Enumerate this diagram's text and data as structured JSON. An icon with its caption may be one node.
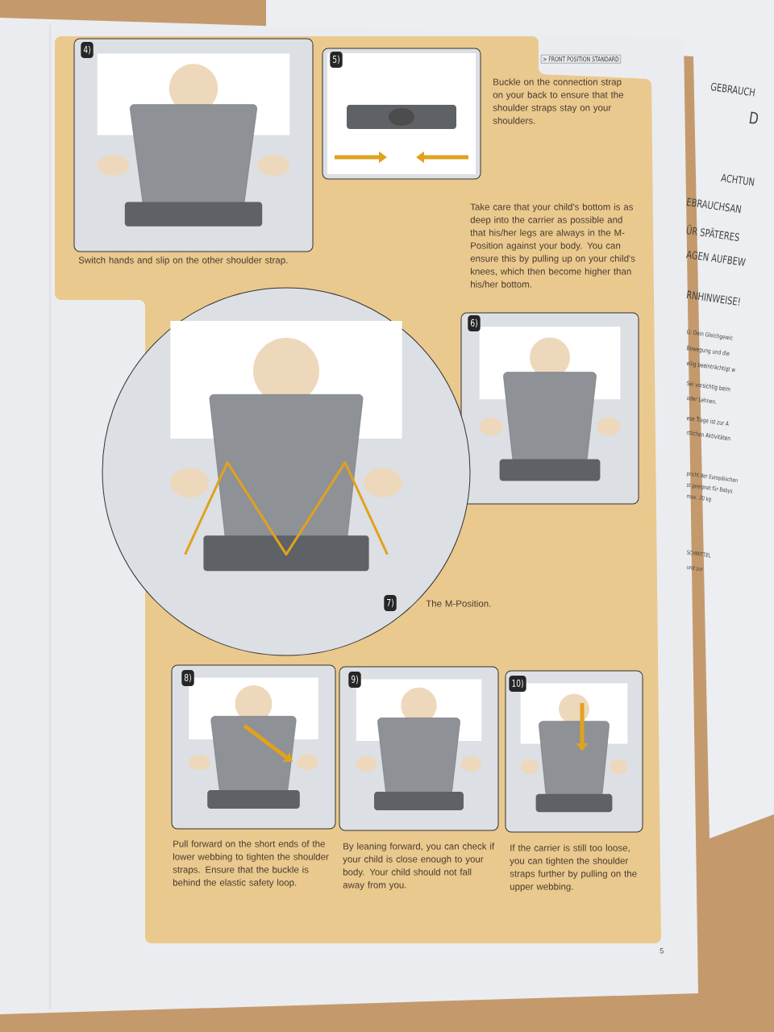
{
  "diagram": {
    "nodes": [
      {
        "text": [
          "4)"
        ],
        "beside": [
          "Switch hands and slip on the other shoulder strap."
        ]
      },
      {
        "text": [
          "5)"
        ],
        "beside": [
          "Buckle on the connection strap on your back to ensure that the shoulder straps stay on your shoulders."
        ]
      },
      {
        "text": [
          "6)"
        ]
      },
      {
        "text": [
          "7)"
        ],
        "beside": [
          "The M-Position."
        ]
      },
      {
        "text": [
          "8)"
        ],
        "beside": [
          "Pull forward on the short ends of the lower webbing to tighten the shoulder straps. Ensure that the buckle is behind the elastic safety loop."
        ]
      },
      {
        "text": [
          "9)"
        ],
        "beside": [
          "By leaning forward, you can check if your child is close enough to your body. Your child should not fall away from you."
        ]
      },
      {
        "text": [
          "10)"
        ],
        "beside": [
          "If the carrier is still too loose, you can tighten the shoulder straps further by pulling on the upper webbing."
        ]
      }
    ],
    "labels": [
      "> FRONT POSITION STANDARD",
      "Take care that your child's bottom is as deep into the carrier as possible and that his/her legs are always in the M-Position against your body. You can ensure this by pulling up on your child's knees, which then become higher than his/her bottom.",
      "5",
      "GEBRAUCH",
      "D",
      "ACHTUN",
      "EBRAUCHSAN",
      "ÜR SPÄTERES",
      "AGEN AUFBEW",
      "RNHINWEISE!",
      "G: Dein Gleichgewic",
      "Bewegung und die",
      "eilig beeinträchtigt w",
      "Sei vorsichtig beim",
      "oder Lehnen.",
      "ese Trage ist zur A",
      "rtlichen Aktivitäten",
      "pricht der Europäischen",
      "st geeignet für Babys",
      "max. 20 kg",
      "SCHMITTEL",
      "und zur"
    ]
  }
}
